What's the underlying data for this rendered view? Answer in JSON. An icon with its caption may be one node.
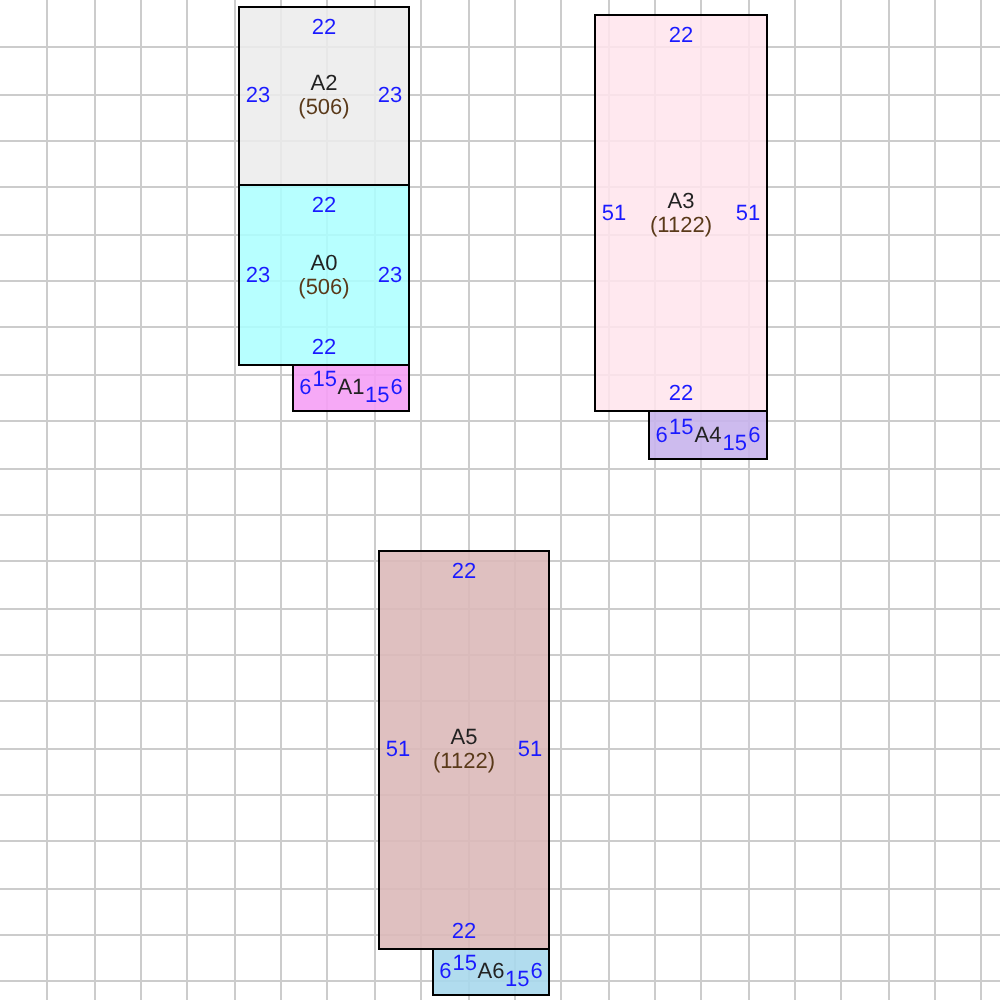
{
  "diagram": {
    "nodes": [
      {
        "text": [
          "22",
          "23",
          "A2",
          "(506)",
          "23"
        ]
      },
      {
        "text": [
          "22",
          "23",
          "A0",
          "(506)",
          "23",
          "22"
        ]
      },
      {
        "text": [
          "6",
          "15",
          "A1",
          "15",
          "6"
        ]
      },
      {
        "text": [
          "22",
          "51",
          "A3",
          "(1122)",
          "51",
          "22"
        ]
      },
      {
        "text": [
          "6",
          "15",
          "A4",
          "15",
          "6"
        ]
      },
      {
        "text": [
          "22",
          "51",
          "A5",
          "(1122)",
          "51",
          "22"
        ]
      },
      {
        "text": [
          "6",
          "15",
          "A6",
          "15",
          "6"
        ]
      }
    ]
  }
}
